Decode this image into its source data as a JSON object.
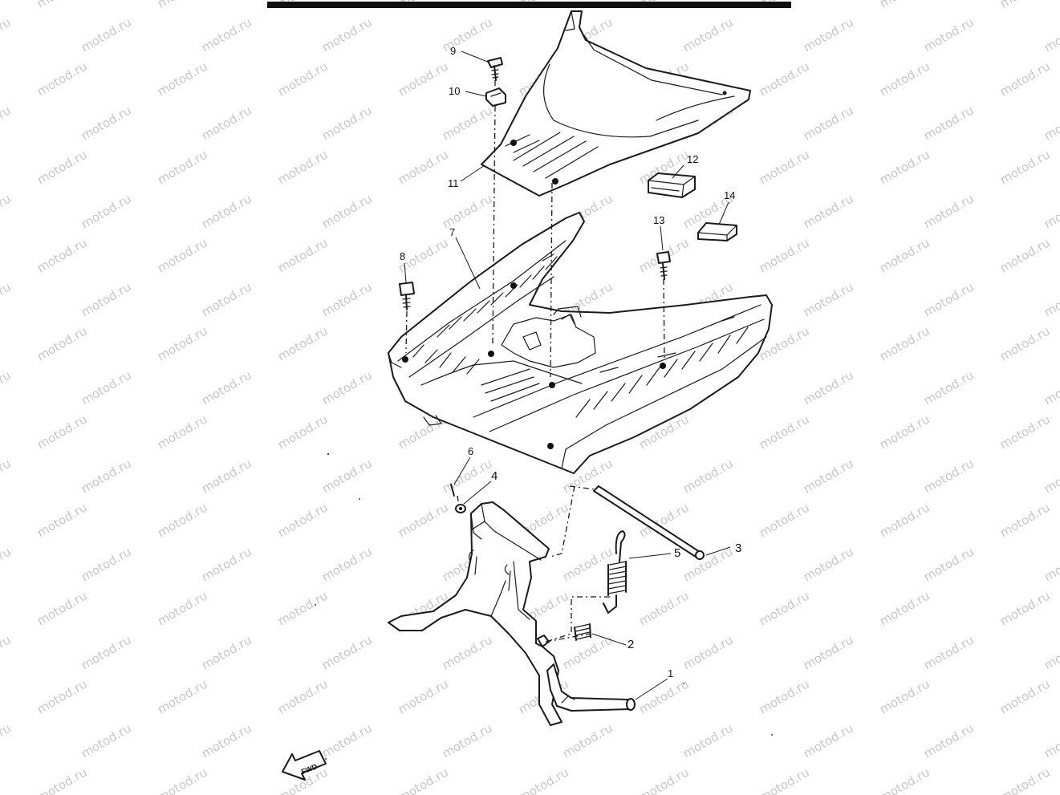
{
  "watermark": "motod.ru",
  "fwd_label": "FWD",
  "callouts": {
    "c1": "1",
    "c2": "2",
    "c3": "3",
    "c4": "4",
    "c5": "5",
    "c6": "6",
    "c7": "7",
    "c8": "8",
    "c9": "9",
    "c10": "10",
    "c11": "11",
    "c12": "12",
    "c13": "13",
    "c14": "14"
  },
  "colors": {
    "line": "#1a1a1a",
    "watermark": "#c8c8c8",
    "background": "#ffffff"
  }
}
